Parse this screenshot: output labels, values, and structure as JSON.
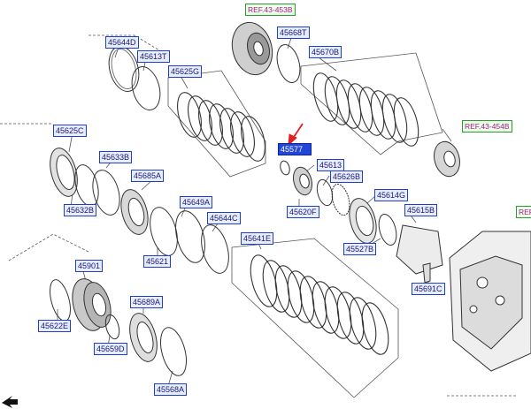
{
  "labels": {
    "p45644D": "45644D",
    "p45613T": "45613T",
    "p45625G": "45625G",
    "p45668T": "45668T",
    "p45670B": "45670B",
    "ref453b": "REF.43-453B",
    "ref454b": "REF.43-454B",
    "refCut": "REF",
    "p45577": "45577",
    "p45625C": "45625C",
    "p45633B": "45633B",
    "p45685A": "45685A",
    "p45632B": "45632B",
    "p45613": "45613",
    "p45626B": "45626B",
    "p45620F": "45620F",
    "p45614G": "45614G",
    "p45615B": "45615B",
    "p45649A": "45649A",
    "p45644C": "45644C",
    "p45621": "45621",
    "p45641E": "45641E",
    "p45527B": "45527B",
    "p45901": "45901",
    "p45691C": "45691C",
    "p45622E": "45622E",
    "p45689A": "45689A",
    "p45659D": "45659D",
    "p45568A": "45568A"
  },
  "colors": {
    "line": "#555555",
    "part_label_border": "#1f3fc7",
    "part_label_bg": "#e7ecff",
    "ref_label_border": "#2e9b2e",
    "ref_label_text": "#b0158a",
    "selected_bg": "#2246d8",
    "pointer_arrow": "#e02020"
  }
}
